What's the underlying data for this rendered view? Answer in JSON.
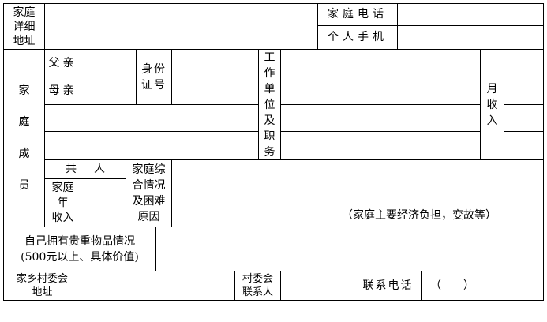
{
  "form": {
    "header": {
      "address_label": "家庭\n详细\n地址",
      "home_phone_label": "家庭电话",
      "mobile_label": "个人手机"
    },
    "members": {
      "section_label": "家\n庭\n成\n员",
      "father_label": "父亲",
      "mother_label": "母亲",
      "id_number_label": "身份\n证号",
      "work_unit_label": "工\n作\n单\n位\n及\n职\n务",
      "monthly_income_label": "月\n收\n入",
      "total_prefix": "共",
      "total_suffix": "人",
      "annual_income_label": "家庭\n年\n收入",
      "situation_label": "家庭综\n合情况\n及困难\n原因",
      "situation_note": "（家庭主要经济负担，变故等）"
    },
    "valuables": {
      "label": "自己拥有贵重物品情况\n(500元以上、具体价值)"
    },
    "footer": {
      "village_address_label": "家乡村委会\n地址",
      "village_contact_label": "村委会\n联系人",
      "contact_phone_label": "联系电话",
      "contact_phone_value": "（　　）"
    }
  }
}
